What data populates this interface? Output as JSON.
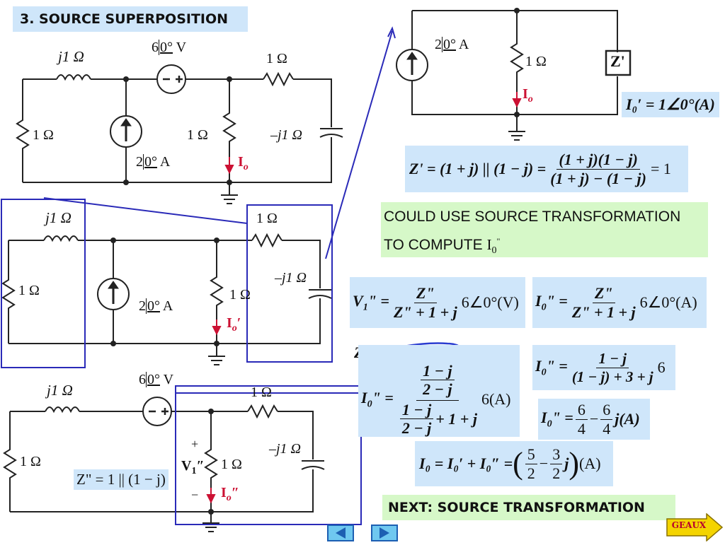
{
  "slide": {
    "title": "3. SOURCE SUPERPOSITION",
    "note_line1": "COULD USE SOURCE TRANSFORMATION",
    "note_line2": "TO COMPUTE",
    "next_label": "NEXT: SOURCE TRANSFORMATION",
    "geaux_label": "GEAUX"
  },
  "circuit_labels": {
    "j1": "j1 Ω",
    "r1": "1 Ω",
    "neg_j1": "–j1 Ω",
    "src_v_mag": "6",
    "src_v_ang": "0°",
    "src_v_unit": "V",
    "src_i_mag": "2",
    "src_i_ang": "0°",
    "src_i_unit": "A",
    "io": "I",
    "io_sub": "o",
    "io_prime": "′",
    "io_dprime": "″",
    "zprime_box": "Z'",
    "v1": "V",
    "v1_sub": "1",
    "plus": "+",
    "minus": "−"
  },
  "equations": {
    "io_prime_result": "I₀′ = 1∠0°(A)",
    "zprime_lhs": "Z' = (1 + j) || (1 − j) =",
    "zprime_num": "(1 + j)(1 − j)",
    "zprime_den": "(1 + j) − (1 − j)",
    "zprime_rhs": "= 1",
    "zdd_text": "Z\" = 1 || (1 − j)",
    "zdd_label": "Z\"",
    "v1_num": "Z\"",
    "v1_den": "Z\" + 1 + j",
    "v1_rhs": "6∠0°(V)",
    "io_num": "Z\"",
    "io_den": "Z\" + 1 + j",
    "io_rhs": "6∠0°(A)",
    "sub_num": "1 − j",
    "sub_den": "2 − j",
    "sub_den2": "+ 1 + j",
    "sub_rhs": "6(A)",
    "simp_num": "1 − j",
    "simp_den": "(1 − j) + 3 + j",
    "simp_rhs": "6",
    "result_a_num": "6",
    "result_a_den": "4",
    "result_b_num": "6",
    "result_b_den": "4",
    "result_tail": "j(A)",
    "final_lhs": "I₀ = I₀′ + I₀″ =",
    "final_a_num": "5",
    "final_a_den": "2",
    "final_b_num": "3",
    "final_b_den": "2",
    "final_tail": "(A)"
  },
  "colors": {
    "circuit": "#222222",
    "current_arrow": "#cc1133",
    "highlight_frame": "#2a2ab8",
    "annotation": "#2a3cd0",
    "box_blue": "#cfe6fa",
    "box_green": "#d6f8c8",
    "geaux_bg": "#f4d400",
    "geaux_text": "#b8002e"
  },
  "icons": {
    "prev": "triangle-left-icon",
    "next": "triangle-right-icon",
    "geaux": "arrow-right-icon"
  }
}
